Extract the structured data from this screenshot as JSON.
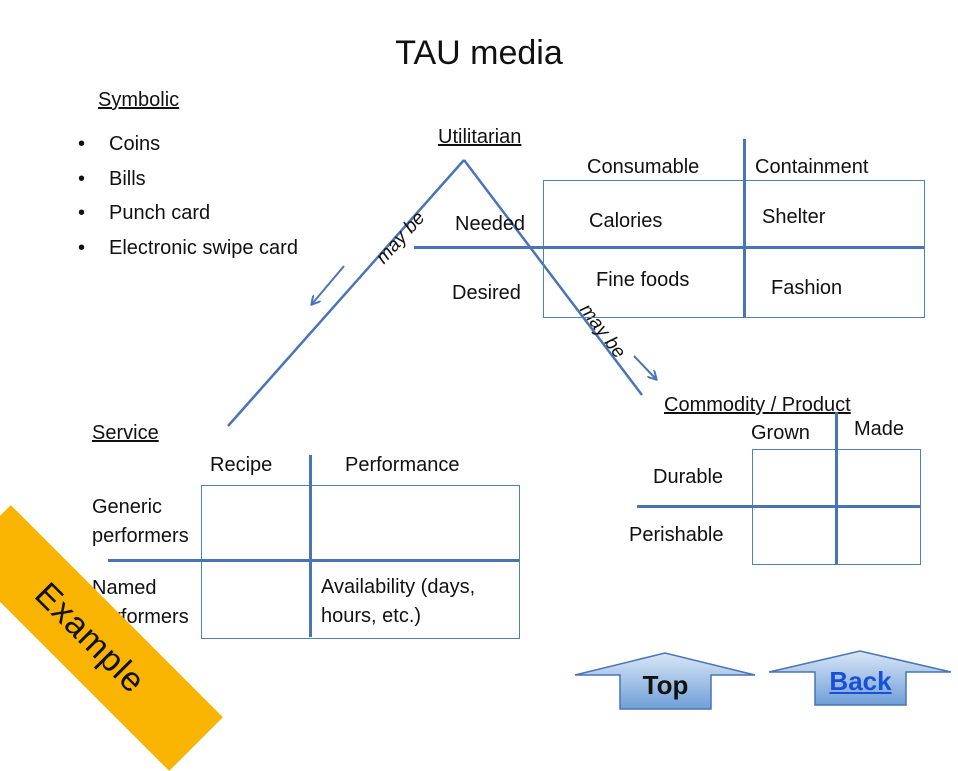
{
  "title": "TAU media",
  "symbolic": {
    "heading": "Symbolic",
    "items": [
      "Coins",
      "Bills",
      "Punch card",
      "Electronic swipe card"
    ]
  },
  "utilitarian": {
    "heading": "Utilitarian",
    "col1": "Consumable",
    "col2": "Containment",
    "row1": "Needed",
    "row2": "Desired",
    "cells": [
      "Calories",
      "Shelter",
      "Fine foods",
      "Fashion"
    ]
  },
  "arrows": {
    "left_label": "may be",
    "right_label": "may be"
  },
  "service": {
    "heading": "Service",
    "col1": "Recipe",
    "col2": "Performance",
    "row1": "Generic performers",
    "row2": "Named performers",
    "cell": "Availability (days, hours, etc.)"
  },
  "commodity": {
    "heading": "Commodity / Product",
    "col1": "Grown",
    "col2": "Made",
    "row1": "Durable",
    "row2": "Perishable"
  },
  "badge": "Example",
  "nav": {
    "top": "Top",
    "back": "Back"
  },
  "colors": {
    "line": "#4a74b4",
    "badge": "#f8b400",
    "button_top": "#c6d9f1",
    "button_bottom": "#6f9fd8",
    "link": "#1a4fd8"
  }
}
